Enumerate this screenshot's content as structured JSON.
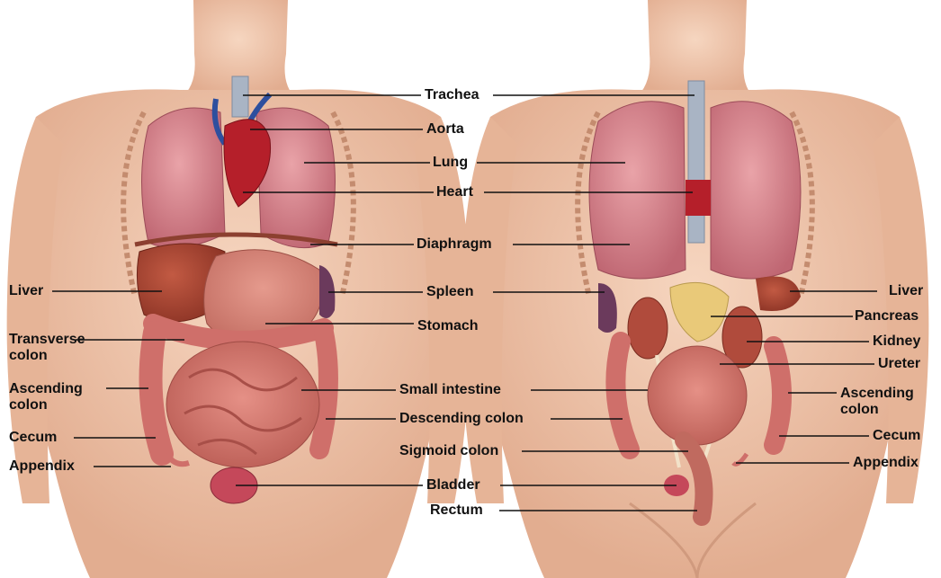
{
  "colors": {
    "skin": "#f1c8ae",
    "skin_shadow": "#d9a487",
    "lung": "#d9868e",
    "lung_dark": "#b8606c",
    "liver": "#a8432f",
    "heart": "#b51f2a",
    "aorta_blue": "#2e4f9e",
    "intestine": "#d87a73",
    "intestine_dark": "#b2564f",
    "colon": "#cf6f6a",
    "spleen": "#6b3a5c",
    "pancreas": "#e9c979",
    "trachea": "#a9b4c4",
    "bladder": "#c5485a",
    "leader": "#111111"
  },
  "labels": {
    "trachea": "Trachea",
    "aorta": "Aorta",
    "lung": "Lung",
    "heart": "Heart",
    "diaphragm": "Diaphragm",
    "spleen": "Spleen",
    "stomach": "Stomach",
    "small_intestine": "Small intestine",
    "descending_colon": "Descending colon",
    "sigmoid_colon": "Sigmoid colon",
    "bladder": "Bladder",
    "rectum": "Rectum",
    "left_side": {
      "liver": "Liver",
      "transverse_colon_1": "Transverse",
      "transverse_colon_2": "colon",
      "ascending_colon_1": "Ascending",
      "ascending_colon_2": "colon",
      "cecum": "Cecum",
      "appendix": "Appendix"
    },
    "right_side": {
      "liver": "Liver",
      "pancreas": "Pancreas",
      "kidney": "Kidney",
      "ureter": "Ureter",
      "ascending_colon_1": "Ascending",
      "ascending_colon_2": "colon",
      "cecum": "Cecum",
      "appendix": "Appendix"
    }
  }
}
